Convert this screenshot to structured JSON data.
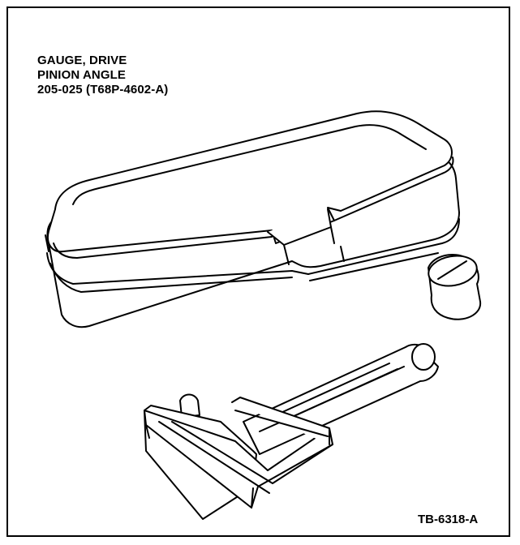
{
  "label": {
    "line1": "GAUGE, DRIVE",
    "line2": "PINION ANGLE",
    "line3": "205-025 (T68P-4602-A)"
  },
  "figure_id": "TB-6318-A",
  "colors": {
    "ink": "#000000",
    "paper": "#ffffff"
  }
}
